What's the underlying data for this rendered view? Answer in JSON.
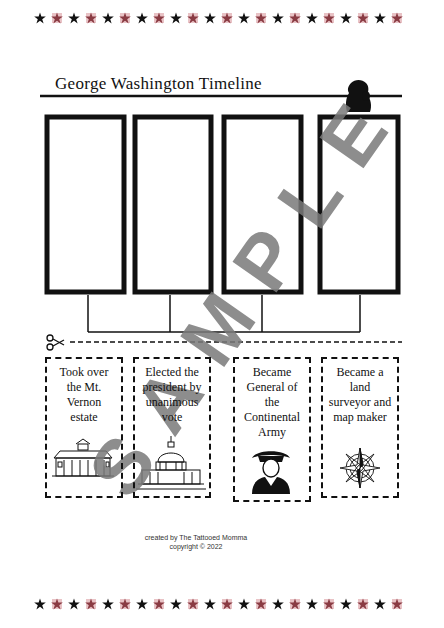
{
  "diagram": {
    "title": "George Washington Timeline",
    "nodes": [
      {
        "text": [
          "Took over the Mt. Vernon estate"
        ]
      },
      {
        "text": [
          "Elected the president by unanimous vote"
        ]
      },
      {
        "text": [
          "Became General of the Continental Army"
        ]
      },
      {
        "text": [
          "Became a land surveyor and map maker"
        ]
      }
    ],
    "labels": [
      "SAMPLE",
      "created by The Tattooed Momma",
      "copyright © 2022"
    ]
  }
}
